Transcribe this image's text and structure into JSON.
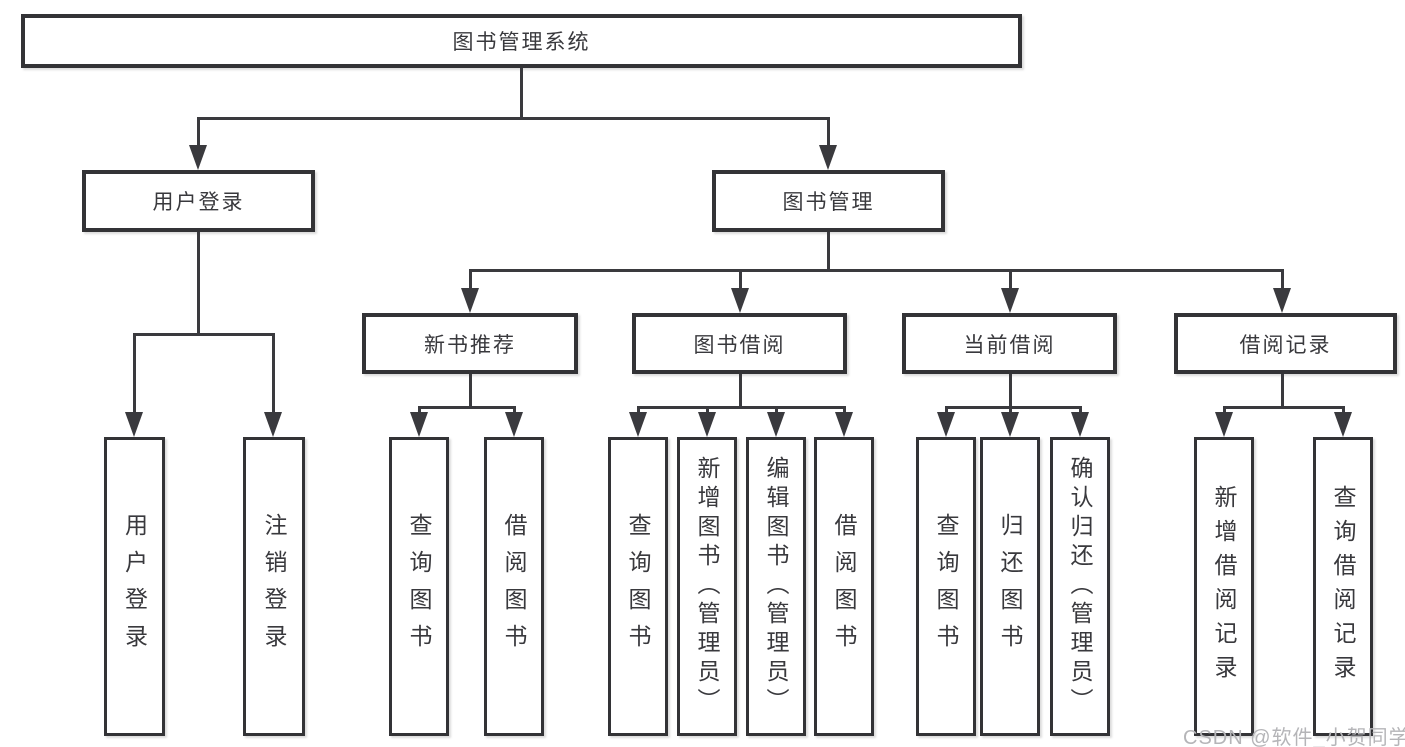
{
  "diagram": {
    "root": {
      "id": "library-management-system",
      "label": "图书管理系统"
    },
    "level2": [
      {
        "id": "user-login",
        "label": "用户登录"
      },
      {
        "id": "book-management",
        "label": "图书管理"
      }
    ],
    "level3": [
      {
        "id": "new-book-recommendation",
        "label": "新书推荐",
        "parent": "book-management"
      },
      {
        "id": "book-borrowing",
        "label": "图书借阅",
        "parent": "book-management"
      },
      {
        "id": "current-borrowing",
        "label": "当前借阅",
        "parent": "book-management"
      },
      {
        "id": "borrowing-records",
        "label": "借阅记录",
        "parent": "book-management"
      }
    ],
    "leaves": [
      {
        "id": "user-login-leaf",
        "label": "用户登录",
        "parent": "user-login"
      },
      {
        "id": "logout-leaf",
        "label": "注销登录",
        "parent": "user-login"
      },
      {
        "id": "query-books-recommend",
        "label": "查询图书",
        "parent": "new-book-recommendation"
      },
      {
        "id": "borrow-books-recommend",
        "label": "借阅图书",
        "parent": "new-book-recommendation"
      },
      {
        "id": "query-books-borrowing",
        "label": "查询图书",
        "parent": "book-borrowing"
      },
      {
        "id": "add-books-admin",
        "label": "新增图书（管理员）",
        "parent": "book-borrowing"
      },
      {
        "id": "edit-books-admin",
        "label": "编辑图书（管理员）",
        "parent": "book-borrowing"
      },
      {
        "id": "borrow-books",
        "label": "借阅图书",
        "parent": "book-borrowing"
      },
      {
        "id": "query-books-current",
        "label": "查询图书",
        "parent": "current-borrowing"
      },
      {
        "id": "return-books",
        "label": "归还图书",
        "parent": "current-borrowing"
      },
      {
        "id": "confirm-return-admin",
        "label": "确认归还（管理员）",
        "parent": "current-borrowing"
      },
      {
        "id": "add-borrowing-record",
        "label": "新增借阅记录",
        "parent": "borrowing-records"
      },
      {
        "id": "query-borrowing-record",
        "label": "查询借阅记录",
        "parent": "borrowing-records"
      }
    ]
  },
  "watermark": {
    "text": "CSDN @软件_小贺同学"
  },
  "colors": {
    "background": "#ffffff",
    "line": "#3a3a3e",
    "box_border": "#333336",
    "text": "#39393d",
    "watermark": "#b5b5b8"
  }
}
